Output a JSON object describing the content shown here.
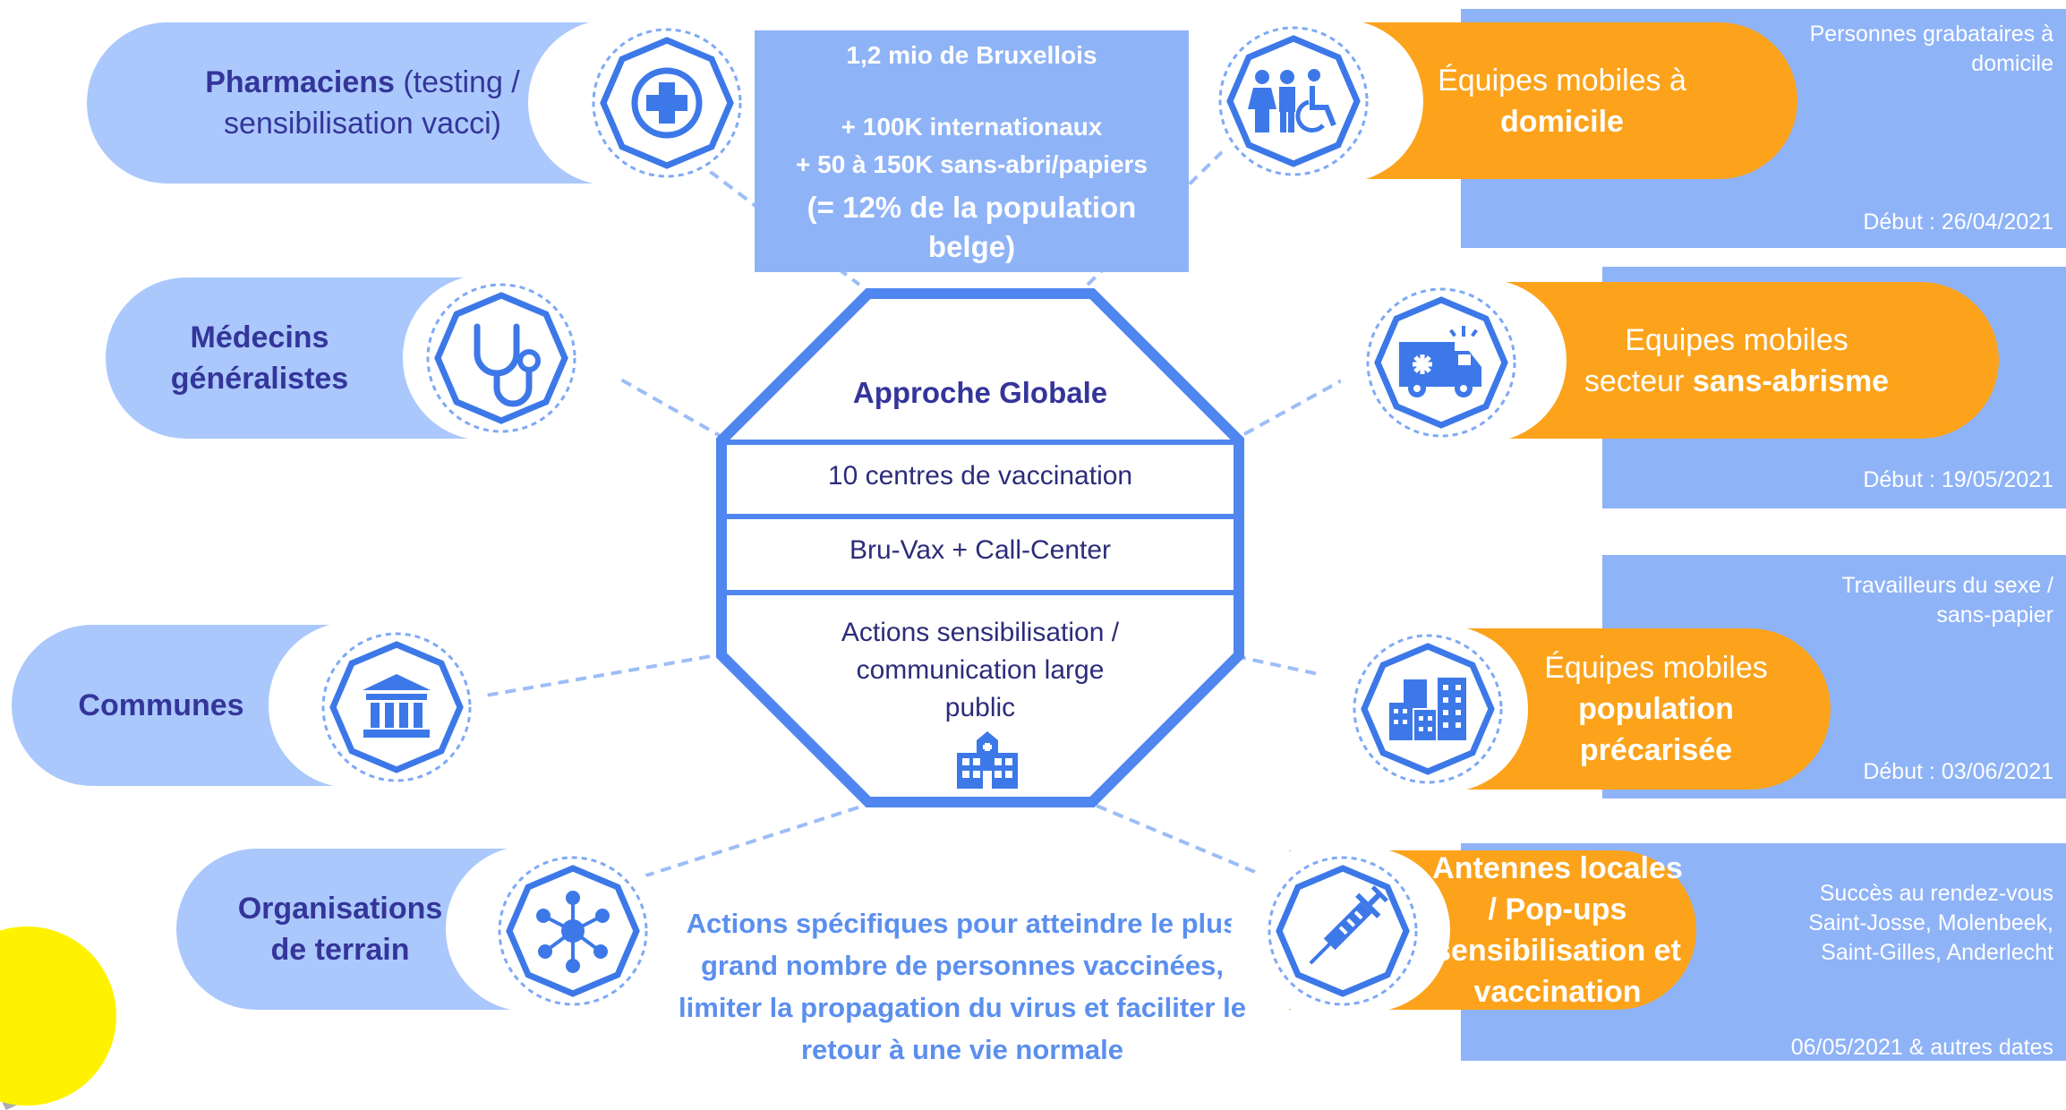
{
  "colors": {
    "light_blue": "#ABC8FC",
    "medium_blue": "#8FB3F7",
    "deep_blue": "#5B8FEF",
    "navy_text": "#34359A",
    "orange": "#FCA31B",
    "yellow": "#FFF200"
  },
  "population_box": {
    "line1": "1,2 mio de Bruxellois",
    "line2": "+ 100K internationaux",
    "line3": "+ 50 à 150K sans-abri/papiers",
    "line4": "(= 12% de la population belge)"
  },
  "octagon": {
    "title": "Approche Globale",
    "row1": "10 centres de vaccination",
    "row2": "Bru-Vax + Call-Center",
    "row3": "Actions sensibilisation / communication large public",
    "icon": "hospital-icon"
  },
  "left_items": [
    {
      "bold": "Pharmaciens",
      "rest": " (testing / sensibilisation vacci)",
      "icon": "medical-cross-icon"
    },
    {
      "bold": "Médecins généralistes",
      "rest": "",
      "icon": "stethoscope-icon"
    },
    {
      "bold": "Communes",
      "rest": "",
      "icon": "town-hall-icon"
    },
    {
      "bold": "Organisations de terrain",
      "rest": "",
      "icon": "network-icon"
    }
  ],
  "right_items": [
    {
      "text": "Équipes mobiles à ",
      "bold": "domicile",
      "icon": "family-icon",
      "info_top": "Personnes grabataires à domicile",
      "info_bottom": "Début : 26/04/2021"
    },
    {
      "text": "Equipes mobiles secteur ",
      "bold": "sans-abrisme",
      "icon": "ambulance-icon",
      "info_top": "",
      "info_bottom": "Début : 19/05/2021"
    },
    {
      "text": "Équipes mobiles ",
      "bold": "population précarisée",
      "icon": "buildings-icon",
      "info_top": "Travailleurs du sexe / sans-papier",
      "info_bottom": "Début : 03/06/2021"
    },
    {
      "text": "",
      "bold": "Antennes locales / Pop-ups sensibilisation et vaccination",
      "icon": "syringe-icon",
      "info_top": "Succès au rendez-vous Saint-Josse, Molenbeek, Saint-Gilles, Anderlecht",
      "info_bottom": "06/05/2021 & autres dates"
    }
  ],
  "bottom_message": "Actions spécifiques pour atteindre le plus grand nombre de personnes vaccinées, limiter la propagation du virus et faciliter le retour à une vie normale"
}
